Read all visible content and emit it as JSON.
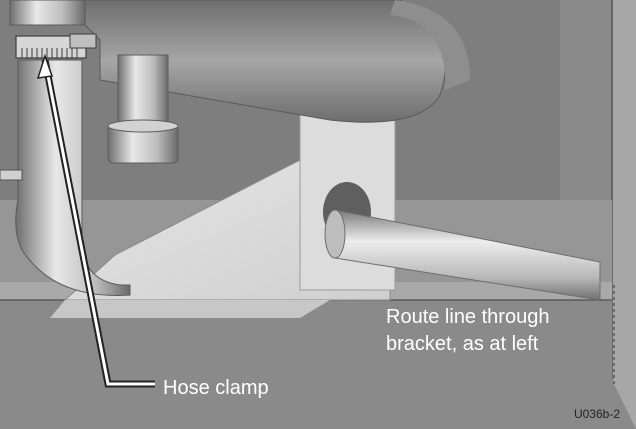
{
  "labels": {
    "hose_clamp": "Hose clamp",
    "route_line_1": "Route line through",
    "route_line_2": "bracket, as at left"
  },
  "figure_id": "U036b-2",
  "colors": {
    "background": "#8a8a8a",
    "callout_text": "#ffffff",
    "pipe_light": "#cfcfcf",
    "pipe_dark": "#7a7a7a",
    "bracket": "#d9d9d9",
    "floor": "#9a9a9a"
  }
}
